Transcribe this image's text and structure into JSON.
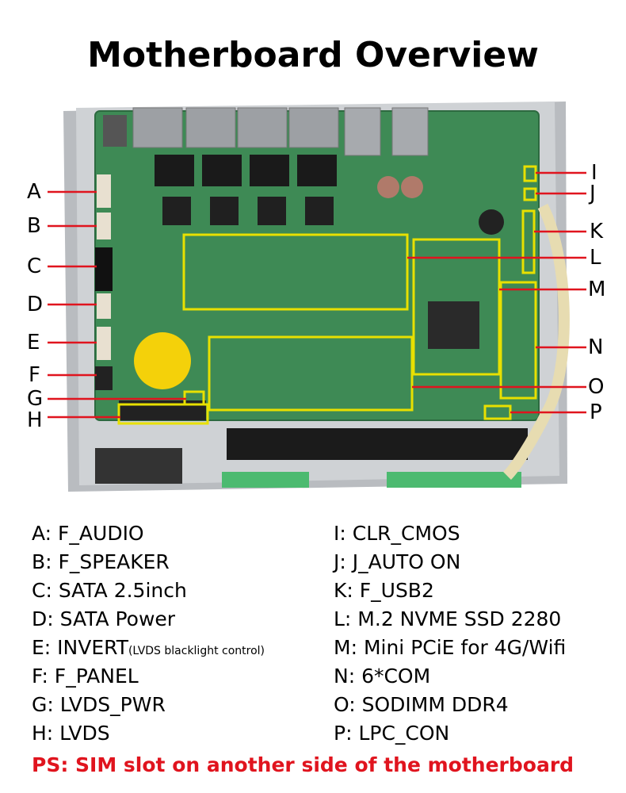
{
  "title": "Motherboard Overview",
  "left_markers": [
    "A",
    "B",
    "C",
    "D",
    "E",
    "F",
    "G",
    "H"
  ],
  "right_markers": [
    "I",
    "J",
    "K",
    "L",
    "M",
    "N",
    "O",
    "P"
  ],
  "legend_left": [
    {
      "text": "A: F_AUDIO",
      "note": ""
    },
    {
      "text": "B: F_SPEAKER",
      "note": ""
    },
    {
      "text": "C: SATA 2.5inch",
      "note": ""
    },
    {
      "text": "D: SATA Power",
      "note": ""
    },
    {
      "text": "E: INVERT",
      "note": "(LVDS blacklight control)"
    },
    {
      "text": "F: F_PANEL",
      "note": ""
    },
    {
      "text": "G: LVDS_PWR",
      "note": ""
    },
    {
      "text": "H: LVDS",
      "note": ""
    }
  ],
  "legend_right": [
    "I: CLR_CMOS",
    "J: J_AUTO ON",
    "K: F_USB2",
    "L: M.2 NVME SSD 2280",
    "M: Mini PCiE for 4G/Wifi",
    "N: 6*COM",
    "O: SODIMM DDR4",
    "P: LPC_CON"
  ],
  "ps_note": "PS: SIM slot on another side of the motherboard",
  "colors": {
    "highlight": "#e8e000",
    "board": "#3e8a55",
    "ps_text": "#e0141e"
  }
}
